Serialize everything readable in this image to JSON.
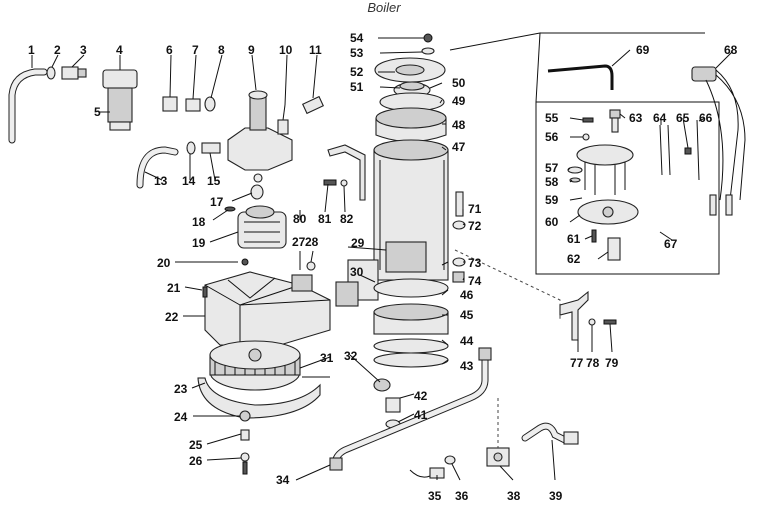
{
  "title": "Boiler",
  "labels": [
    "1",
    "2",
    "3",
    "4",
    "5",
    "6",
    "7",
    "8",
    "9",
    "10",
    "11",
    "13",
    "14",
    "15",
    "17",
    "18",
    "19",
    "20",
    "21",
    "22",
    "23",
    "24",
    "25",
    "26",
    "27",
    "28",
    "29",
    "30",
    "31",
    "32",
    "34",
    "35",
    "36",
    "38",
    "39",
    "41",
    "42",
    "43",
    "44",
    "45",
    "46",
    "47",
    "48",
    "49",
    "50",
    "51",
    "52",
    "53",
    "54",
    "55",
    "56",
    "57",
    "58",
    "59",
    "60",
    "61",
    "62",
    "63",
    "64",
    "65",
    "66",
    "67",
    "68",
    "69",
    "71",
    "72",
    "73",
    "74",
    "77",
    "78",
    "79",
    "80",
    "81",
    "82"
  ]
}
